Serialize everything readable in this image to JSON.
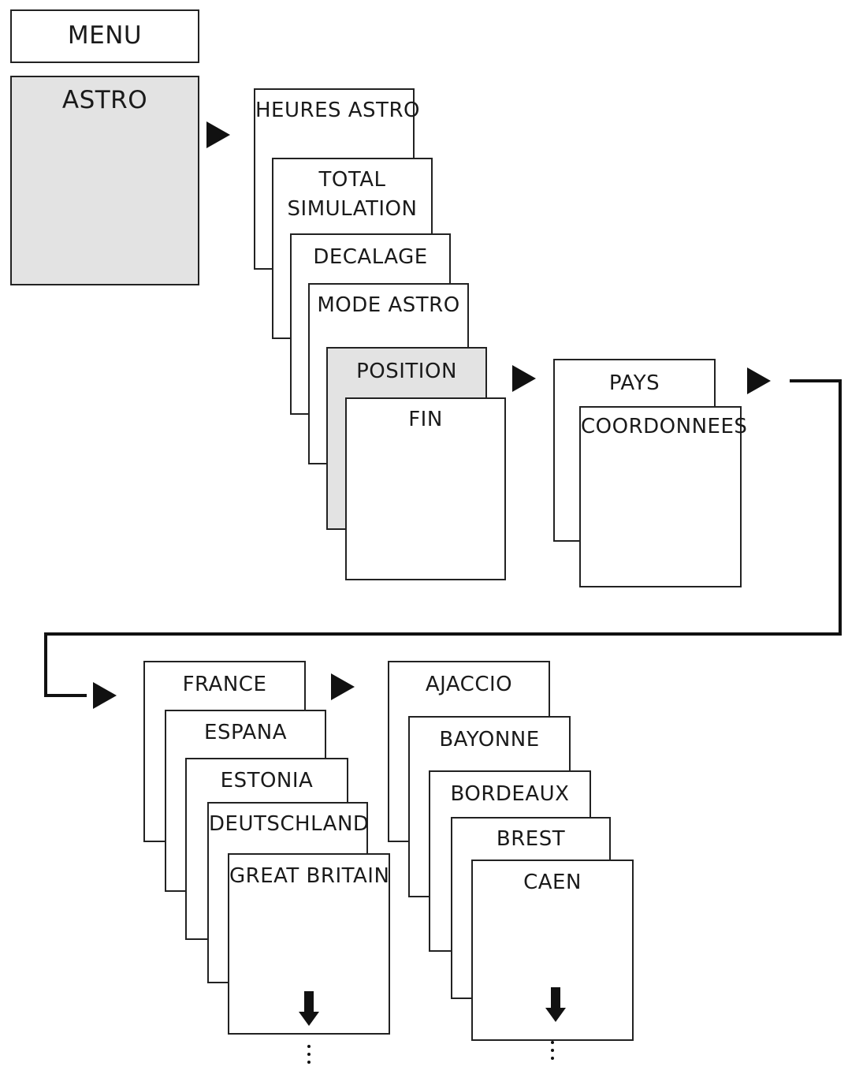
{
  "menu": {
    "title": "MENU"
  },
  "astro": {
    "label": "ASTRO"
  },
  "astro_menu": {
    "items": [
      "HEURES ASTRO",
      "TOTAL SIMULATION",
      "DECALAGE",
      "MODE ASTRO",
      "POSITION",
      "FIN"
    ],
    "total_line1": "TOTAL",
    "total_line2": "SIMULATION",
    "selected": "POSITION"
  },
  "position_menu": {
    "items": [
      "PAYS",
      "COORDONNEES"
    ]
  },
  "countries": {
    "items": [
      "FRANCE",
      "ESPANA",
      "ESTONIA",
      "DEUTSCHLAND",
      "GREAT BRITAIN"
    ]
  },
  "cities": {
    "items": [
      "AJACCIO",
      "BAYONNE",
      "BORDEAUX",
      "BREST",
      "CAEN"
    ]
  },
  "colors": {
    "line": "#222222",
    "highlight": "#e3e3e3",
    "background": "#ffffff"
  }
}
